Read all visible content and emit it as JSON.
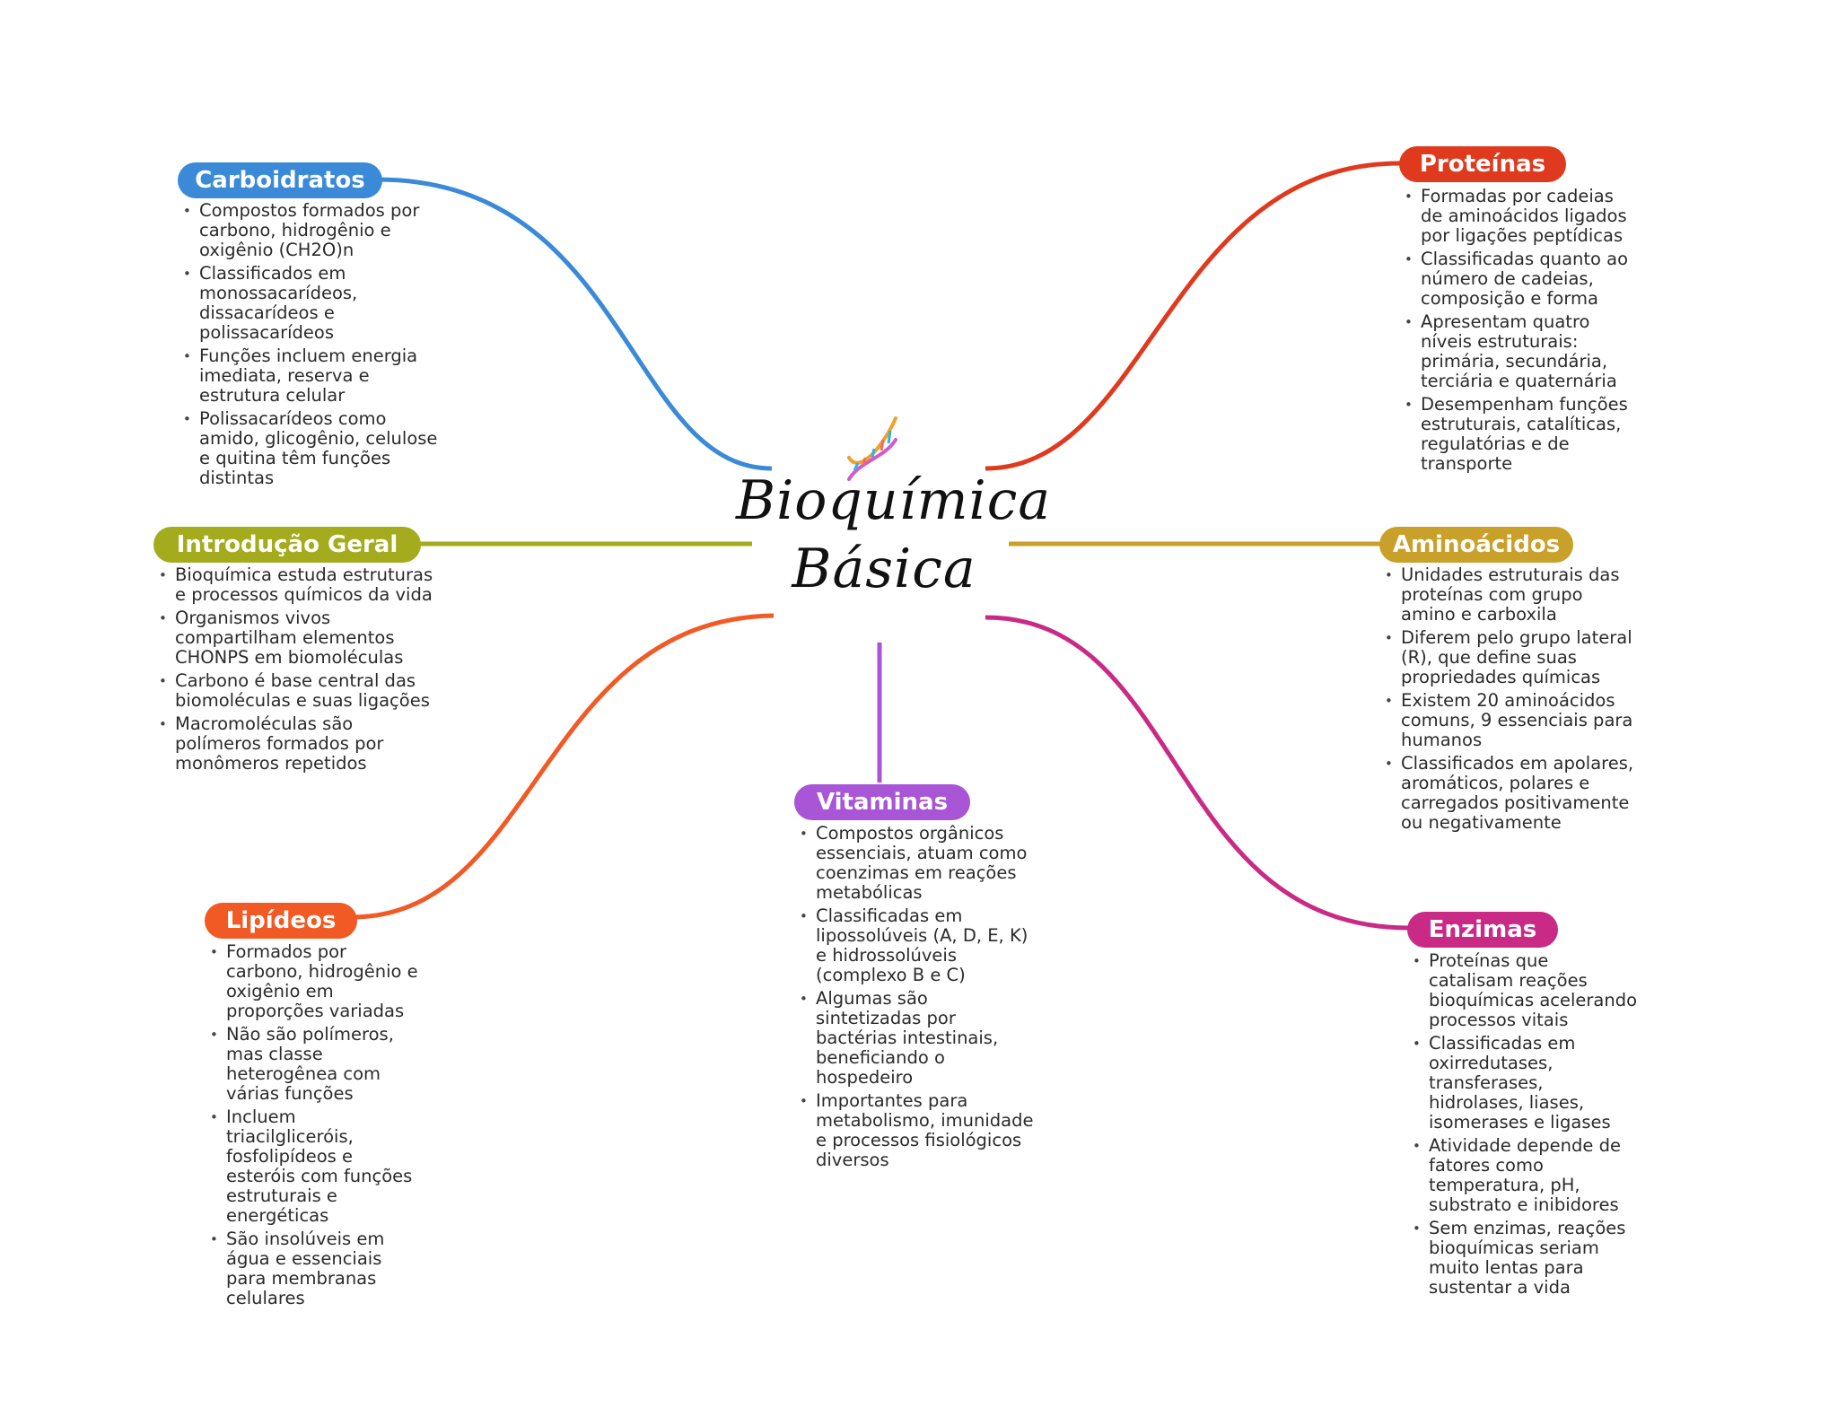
{
  "center": {
    "title_line1": "Bioquímica",
    "title_line2": "Básica",
    "icon": "dna-icon"
  },
  "branches": {
    "carboidratos": {
      "title": "Carboidratos",
      "color": "#3a8ad8",
      "bullets": [
        "Compostos formados por carbono, hidrogênio e oxigênio (CH2O)n",
        "Classificados em monossacarídeos, dissacarídeos e polissacarídeos",
        "Funções incluem energia imediata, reserva e estrutura celular",
        "Polissacarídeos como amido, glicogênio, celulose e quitina têm funções distintas"
      ]
    },
    "introducao": {
      "title": "Introdução Geral",
      "color": "#a4ac1e",
      "bullets": [
        "Bioquímica estuda estruturas e processos químicos da vida",
        "Organismos vivos compartilham elementos CHONPS em biomoléculas",
        "Carbono é base central das biomoléculas e suas ligações",
        "Macromoléculas são polímeros formados por monômeros repetidos"
      ]
    },
    "lipideos": {
      "title": "Lipídeos",
      "color": "#f15a24",
      "bullets": [
        "Formados por carbono, hidrogênio e oxigênio em proporções variadas",
        "Não são polímeros, mas classe heterogênea com várias funções",
        "Incluem triacilgliceróis, fosfolipídeos e esteróis com funções estruturais e energéticas",
        "São insolúveis em água e essenciais para membranas celulares"
      ]
    },
    "vitaminas": {
      "title": "Vitaminas",
      "color": "#a855d6",
      "bullets": [
        "Compostos orgânicos essenciais, atuam como coenzimas em reações metabólicas",
        "Classificadas em lipossolúveis (A, D, E, K) e hidrossolúveis (complexo B e C)",
        "Algumas são sintetizadas por bactérias intestinais, beneficiando o hospedeiro",
        "Importantes para metabolismo, imunidade e processos fisiológicos diversos"
      ]
    },
    "proteinas": {
      "title": "Proteínas",
      "color": "#e03a1e",
      "bullets": [
        "Formadas por cadeias de aminoácidos ligados por ligações peptídicas",
        "Classificadas quanto ao número de cadeias, composição e forma",
        "Apresentam quatro níveis estruturais: primária, secundária, terciária e quaternária",
        "Desempenham funções estruturais, catalíticas, regulatórias e de transporte"
      ]
    },
    "aminoacidos": {
      "title": "Aminoácidos",
      "color": "#c9a02a",
      "bullets": [
        "Unidades estruturais das proteínas com grupo amino e carboxila",
        "Diferem pelo grupo lateral (R), que define suas propriedades químicas",
        "Existem 20 aminoácidos comuns, 9 essenciais para humanos",
        "Classificados em apolares, aromáticos, polares e carregados positivamente ou negativamente"
      ]
    },
    "enzimas": {
      "title": "Enzimas",
      "color": "#c92a86",
      "bullets": [
        "Proteínas que catalisam reações bioquímicas acelerando processos vitais",
        "Classificadas em oxirredutases, transferases, hidrolases, liases, isomerases e ligases",
        "Atividade depende de fatores como temperatura, pH, substrato e inibidores",
        "Sem enzimas, reações bioquímicas seriam muito lentas para sustentar a vida"
      ]
    }
  }
}
